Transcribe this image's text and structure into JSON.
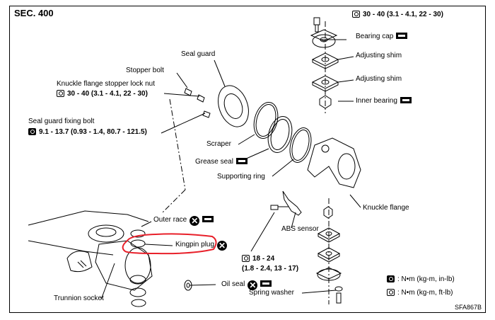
{
  "header": {
    "section": "SEC. 400"
  },
  "labels": {
    "seal_guard": "Seal guard",
    "stopper_bolt": "Stopper bolt",
    "knuckle_flange_stopper_lock_nut": "Knuckle flange stopper lock nut",
    "lock_nut_torque": "30 - 40 (3.1 - 4.1, 22 - 30)",
    "seal_guard_fixing_bolt": "Seal guard fixing bolt",
    "seal_guard_torque": "9.1 - 13.7 (0.93 - 1.4, 80.7 - 121.5)",
    "top_torque": "30 - 40 (3.1 - 4.1, 22 - 30)",
    "bearing_cap": "Bearing cap",
    "adjusting_shim_1": "Adjusting shim",
    "adjusting_shim_2": "Adjusting shim",
    "inner_bearing": "Inner bearing",
    "scraper": "Scraper",
    "grease_seal": "Grease seal",
    "supporting_ring": "Supporting ring",
    "knuckle_flange": "Knuckle flange",
    "outer_race": "Outer race",
    "kingpin_plug": "Kingpin plug",
    "abs_sensor": "ABS sensor",
    "abs_torque_line1": "18 - 24",
    "abs_torque_line2": "(1.8 - 2.4, 13 - 17)",
    "oil_seal": "Oil seal",
    "spring_washer": "Spring washer",
    "trunnion_socket": "Trunnion socket"
  },
  "legend": {
    "inlb": ": N•m (kg-m, in-lb)",
    "ftlb": ": N•m (kg-m, ft-lb)"
  },
  "footer": {
    "code": "SFA867B"
  },
  "colors": {
    "highlight": "#e8202a"
  }
}
